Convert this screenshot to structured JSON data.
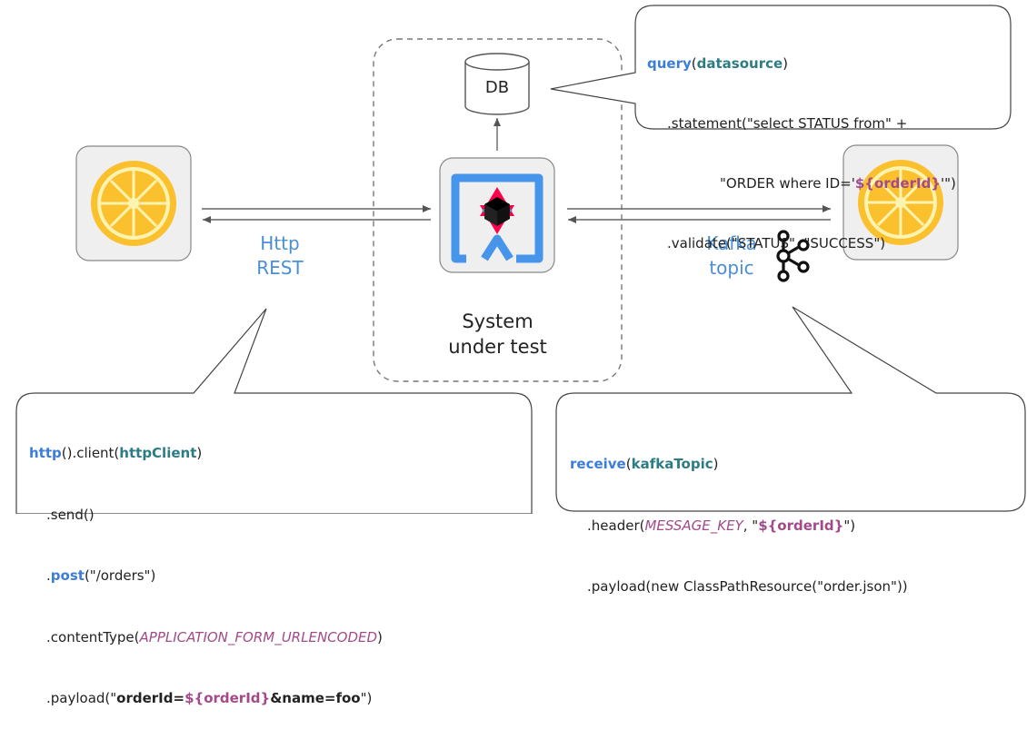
{
  "db": {
    "label": "DB"
  },
  "sut": {
    "line1": "System",
    "line2": "under test"
  },
  "http": {
    "line1": "Http",
    "line2": "REST"
  },
  "kafka": {
    "line1": "Kafka",
    "line2": "topic"
  },
  "colors": {
    "blue": "#4a8fd6",
    "teal": "#2d7c84",
    "purple": "#a34a8a",
    "boxFill": "#efefef",
    "lemon": "#fbc02d"
  },
  "db_callout": {
    "query": "query",
    "lp": "(",
    "datasource": "datasource",
    "rp": ")",
    "statement_a": ".statement(\"select STATUS from\" +",
    "statement_b": "\"ORDER where ID='",
    "order_var": "${orderId}",
    "statement_c": "'\")",
    "validate": ".validate(\"STATUS\", \"SUCCESS\")"
  },
  "http_callout": {
    "http": "http",
    "client_a": "().client(",
    "httpClient": "httpClient",
    "client_c": ")",
    "send": ".send()",
    "dot": ".",
    "post": "post",
    "post_arg": "(\"/orders\")",
    "ct_a": ".contentType(",
    "ct_const": "APPLICATION_FORM_URLENCODED",
    "ct_c": ")",
    "payload_a": ".payload(\"",
    "payload_b": "orderId=",
    "order_var": "${orderId}",
    "payload_c": "&name=foo",
    "payload_d": "\")"
  },
  "kafka_callout": {
    "receive": "receive",
    "lp": "(",
    "kafkaTopic": "kafkaTopic",
    "rp": ")",
    "header_a": ".header(",
    "message_key": "MESSAGE_KEY",
    "header_b": ", \"",
    "order_var": "${orderId}",
    "header_c": "\")",
    "payload": ".payload(new ClassPathResource(\"order.json\"))"
  }
}
